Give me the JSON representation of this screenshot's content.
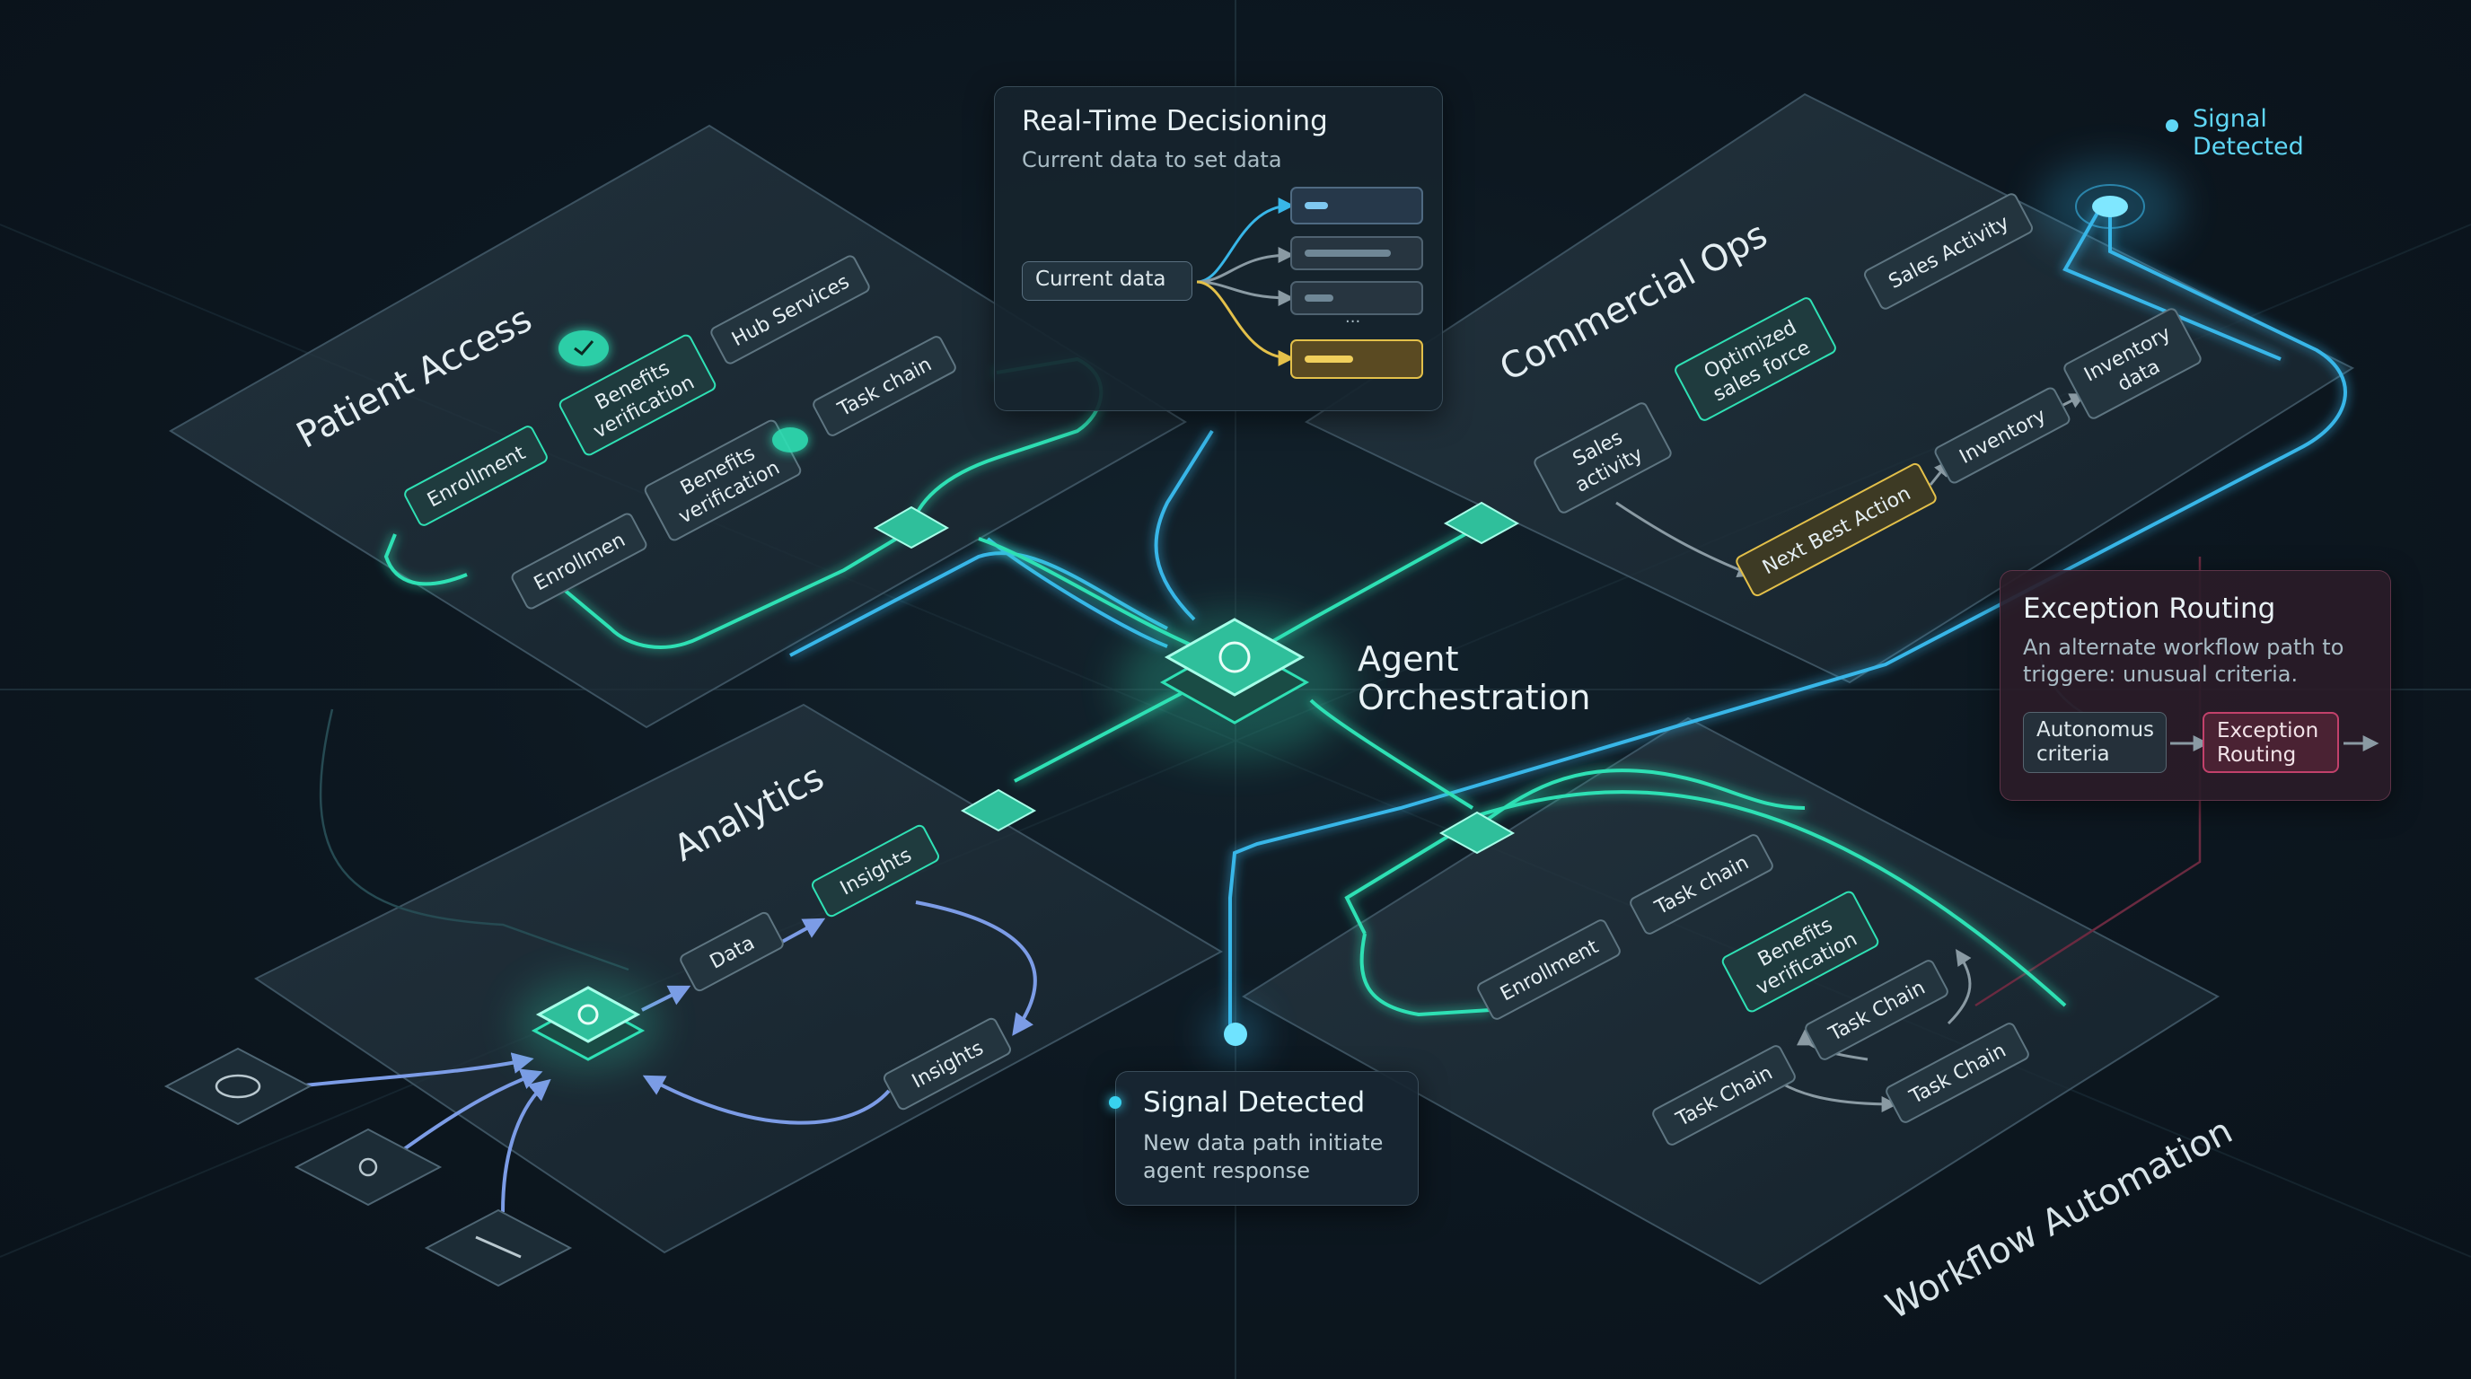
{
  "zones": {
    "patient_access": "Patient Access",
    "commercial_ops": "Commercial Ops",
    "analytics": "Analytics",
    "workflow_automation": "Workflow Automation"
  },
  "center": {
    "line1": "Agent",
    "line2": "Orchestration"
  },
  "patient_access_nodes": {
    "enrollment": "Enrollment",
    "benefits_top_1": "Benefits",
    "benefits_top_2": "verification",
    "hub_services": "Hub Services",
    "task_chain": "Task chain",
    "enrollment_2": "Enrollmen",
    "benefits_bottom_1": "Benefits",
    "benefits_bottom_2": "verification"
  },
  "commercial_nodes": {
    "sales_activity_top": "Sales Activity",
    "optimized_1": "Optimized",
    "optimized_2": "sales force",
    "sales_activity_1": "Sales",
    "sales_activity_2": "activity",
    "inventory_data_1": "Inventory",
    "inventory_data_2": "data",
    "inventory": "Inventory",
    "next_best_action": "Next Best Action"
  },
  "analytics_nodes": {
    "insights_top": "Insights",
    "data": "Data",
    "insights_bottom": "Insights"
  },
  "workflow_nodes": {
    "task_chain_top": "Task chain",
    "enrollment": "Enrollment",
    "benefits_1": "Benefits",
    "benefits_2": "verification",
    "task_chain_mid": "Task Chain",
    "task_chain_left": "Task Chain",
    "task_chain_right": "Task Chain"
  },
  "decisioning": {
    "title": "Real-Time Decisioning",
    "subtitle": "Current data to set data",
    "current_data": "Current data",
    "ellipsis": "..."
  },
  "exception": {
    "title": "Exception Routing",
    "desc_line1": "An alternate workflow path to",
    "desc_line2": "triggere: unusual criteria.",
    "autonomous_1": "Autonomus",
    "autonomous_2": "criteria",
    "routing_1": "Exception",
    "routing_2": "Routing"
  },
  "signal_box": {
    "title": "Signal Detected",
    "line1": "New data path initiate",
    "line2": "agent response"
  },
  "signal_top": {
    "line1": "Signal",
    "line2": "Detected"
  },
  "colors": {
    "background": "#0b141c",
    "teal": "#2fe0b4",
    "blue": "#38b6e8",
    "amber": "#e3c04a",
    "magenta": "#c2416b",
    "periwinkle": "#7c9ce6"
  }
}
